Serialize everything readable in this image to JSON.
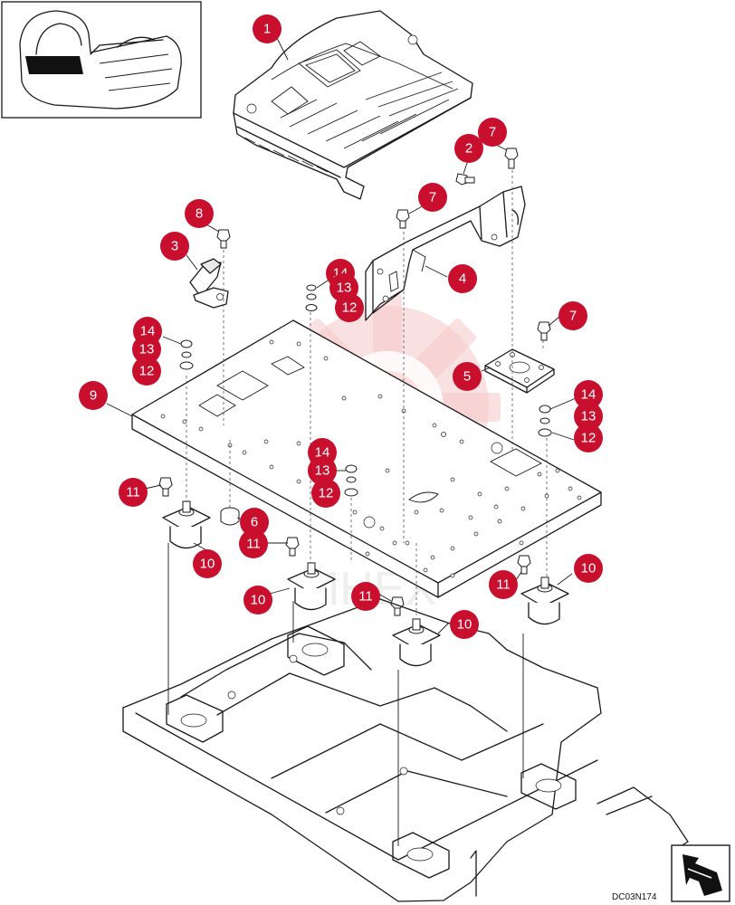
{
  "figure_code": "DC03N174",
  "watermark_text": "ИНЕХ",
  "colors": {
    "callout": "#c8102e",
    "line": "#1a1a1a",
    "watermark": "#f6c9c9"
  },
  "icons": {
    "inset": "machine-overview-icon",
    "orientation": "orientation-arrow-icon"
  },
  "callouts": [
    {
      "label": "1"
    },
    {
      "label": "2"
    },
    {
      "label": "7"
    },
    {
      "label": "7"
    },
    {
      "label": "8"
    },
    {
      "label": "3"
    },
    {
      "label": "14"
    },
    {
      "label": "13"
    },
    {
      "label": "12"
    },
    {
      "label": "4"
    },
    {
      "label": "7"
    },
    {
      "label": "14"
    },
    {
      "label": "13"
    },
    {
      "label": "12"
    },
    {
      "label": "5"
    },
    {
      "label": "9"
    },
    {
      "label": "14"
    },
    {
      "label": "13"
    },
    {
      "label": "12"
    },
    {
      "label": "14"
    },
    {
      "label": "13"
    },
    {
      "label": "12"
    },
    {
      "label": "11"
    },
    {
      "label": "6"
    },
    {
      "label": "10"
    },
    {
      "label": "11"
    },
    {
      "label": "10"
    },
    {
      "label": "11"
    },
    {
      "label": "10"
    },
    {
      "label": "11"
    },
    {
      "label": "10"
    }
  ]
}
